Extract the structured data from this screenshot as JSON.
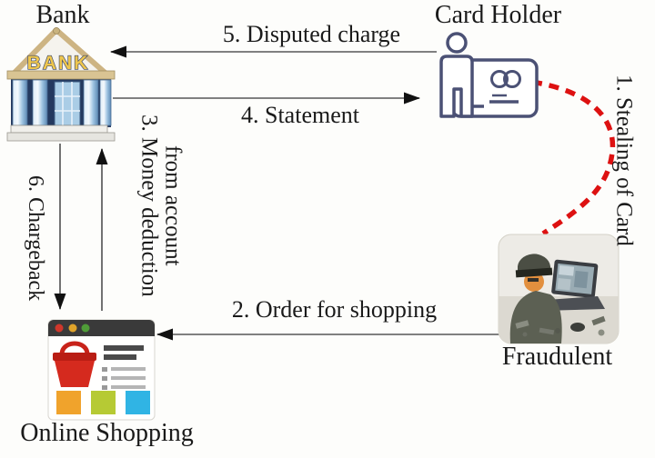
{
  "nodes": {
    "bank": {
      "label": "Bank",
      "sign": "BANK",
      "icon": "bank-building-icon"
    },
    "card_holder": {
      "label": "Card Holder",
      "icon": "person-with-credit-card-icon"
    },
    "fraudulent": {
      "label": "Fraudulent",
      "icon": "hacker-at-laptop-icon"
    },
    "online_shopping": {
      "label": "Online Shopping",
      "icon": "shopping-website-icon"
    }
  },
  "edges": {
    "stealing": {
      "label": "1. Stealing of Card",
      "from": "Card Holder",
      "to": "Fraudulent",
      "style": "red-dashed-curve"
    },
    "order": {
      "label": "2. Order for shopping",
      "from": "Fraudulent",
      "to": "Online Shopping",
      "style": "solid-arrow"
    },
    "deduction": {
      "label": "3. Money deduction\nfrom account",
      "from": "Online Shopping",
      "to": "Bank",
      "style": "solid-arrow"
    },
    "statement": {
      "label": "4. Statement",
      "from": "Bank",
      "to": "Card Holder",
      "style": "solid-arrow"
    },
    "dispute": {
      "label": "5. Disputed charge",
      "from": "Card Holder",
      "to": "Bank",
      "style": "solid-arrow"
    },
    "chargeback": {
      "label": "6. Chargeback",
      "from": "Bank",
      "to": "Online Shopping",
      "style": "solid-arrow"
    }
  },
  "colors": {
    "stealing_dash": "#dd1111",
    "line": "#6e6e6e",
    "arrowhead": "#111111",
    "text": "#1a1a1a",
    "background": "#fdfdfb"
  }
}
